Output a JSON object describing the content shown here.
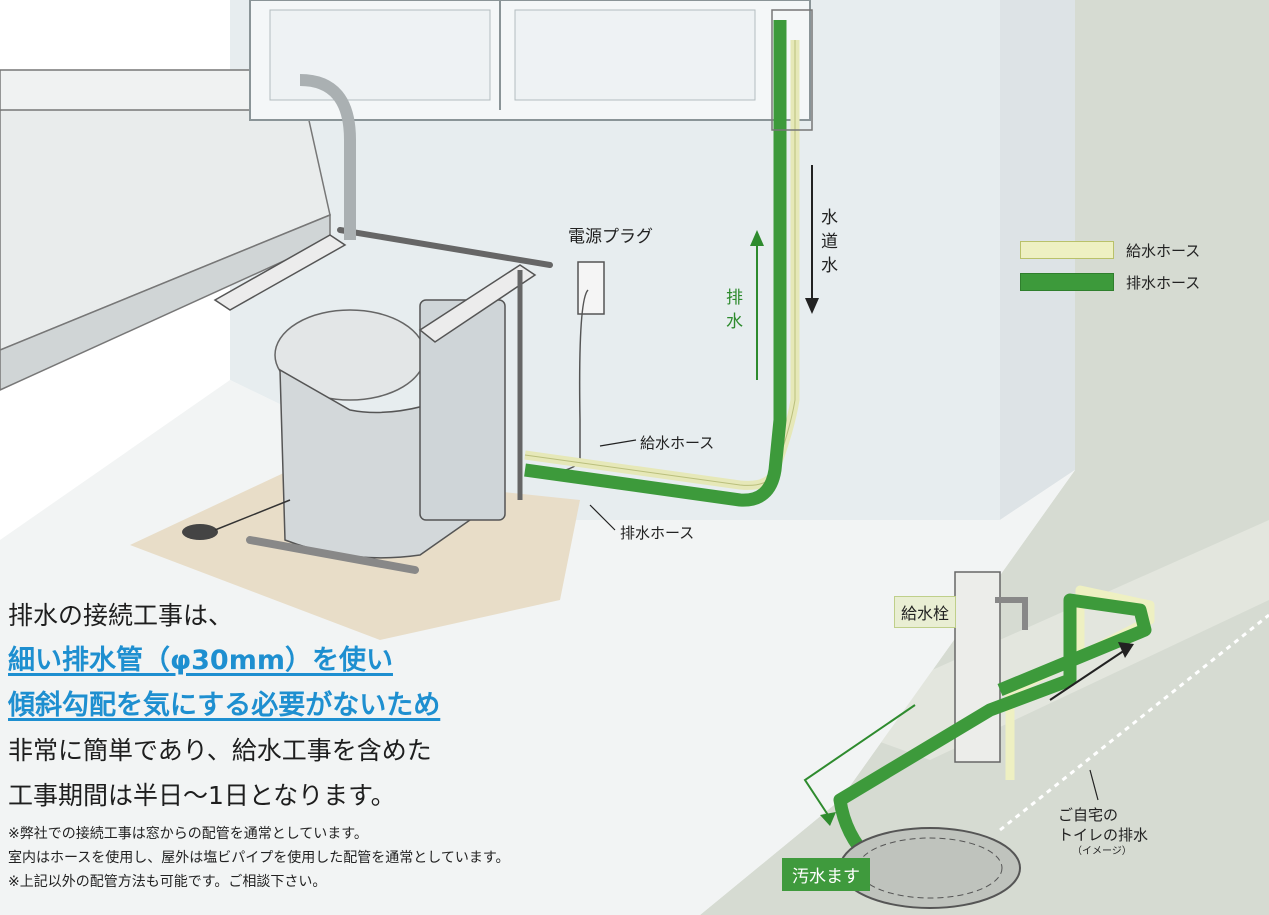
{
  "labels": {
    "power_plug": "電源プラグ",
    "supply_hose": "給水ホース",
    "drain_hose": "排水ホース",
    "tap_water": [
      "水",
      "道",
      "水"
    ],
    "drainage": [
      "排",
      "水"
    ],
    "faucet": "給水栓",
    "sewer_basin": "汚水ます",
    "home_drain": [
      "ご自宅の",
      "トイレの排水"
    ],
    "home_drain_note": "（イメージ）"
  },
  "legend": [
    {
      "label": "給水ホース",
      "color": "#eef0c2",
      "border": "#b9c16a"
    },
    {
      "label": "排水ホース",
      "color": "#3d9a3b",
      "border": "#2f7f2d"
    }
  ],
  "main_text": [
    {
      "text": "排水の接続工事は、",
      "emphasis": false
    },
    {
      "text": "細い排水管（φ30mm）を使い",
      "emphasis": true
    },
    {
      "text": "傾斜勾配を気にする必要がないため",
      "emphasis": true
    },
    {
      "text": "非常に簡単であり、給水工事を含めた",
      "emphasis": false
    },
    {
      "text": "工事期間は半日〜1日となります。",
      "emphasis": false
    }
  ],
  "notes": [
    "※弊社での接続工事は窓からの配管を通常としています。",
    "室内はホースを使用し、屋外は塩ビパイプを使用した配管を通常としています。",
    "※上記以外の配管方法も可能です。ご相談下さい。"
  ],
  "colors": {
    "drain_green": "#3d9a3b",
    "supply_cream": "#eef0c2",
    "emphasis_blue": "#1e8fd0",
    "wall": "#e8eef0",
    "floor": "#f3f5f5",
    "outdoor": "#d9ddd5"
  }
}
